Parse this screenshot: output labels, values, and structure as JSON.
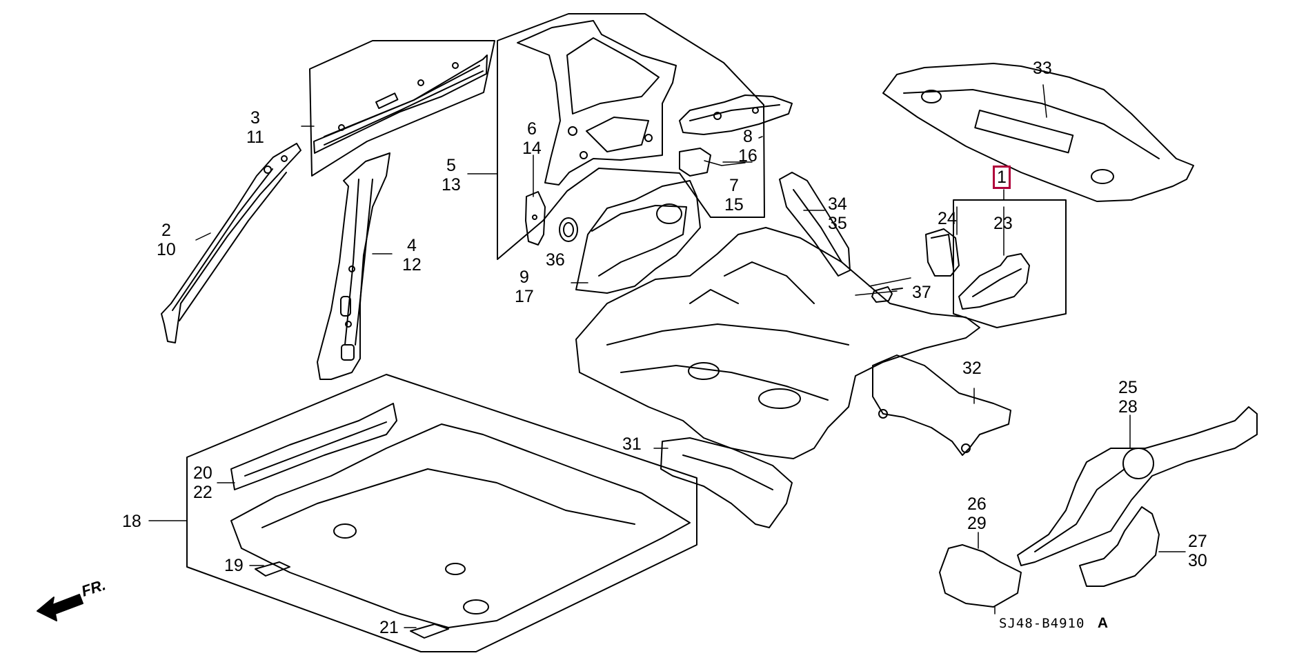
{
  "callouts": [
    {
      "id": "c-3-11",
      "lines": [
        "3",
        "11"
      ]
    },
    {
      "id": "c-2-10",
      "lines": [
        "2",
        "10"
      ]
    },
    {
      "id": "c-4-12",
      "lines": [
        "4",
        "12"
      ]
    },
    {
      "id": "c-5-13",
      "lines": [
        "5",
        "13"
      ]
    },
    {
      "id": "c-6-14",
      "lines": [
        "6",
        "14"
      ]
    },
    {
      "id": "c-36",
      "lines": [
        "36"
      ]
    },
    {
      "id": "c-9-17",
      "lines": [
        "9",
        "17"
      ]
    },
    {
      "id": "c-8-16",
      "lines": [
        "8",
        "16"
      ]
    },
    {
      "id": "c-7-15",
      "lines": [
        "7",
        "15"
      ]
    },
    {
      "id": "c-34-35",
      "lines": [
        "34",
        "35"
      ]
    },
    {
      "id": "c-37",
      "lines": [
        "37"
      ]
    },
    {
      "id": "c-33",
      "lines": [
        "33"
      ]
    },
    {
      "id": "c-1",
      "lines": [
        "1"
      ],
      "highlighted": true
    },
    {
      "id": "c-24",
      "lines": [
        "24"
      ]
    },
    {
      "id": "c-23",
      "lines": [
        "23"
      ]
    },
    {
      "id": "c-32",
      "lines": [
        "32"
      ]
    },
    {
      "id": "c-31",
      "lines": [
        "31"
      ]
    },
    {
      "id": "c-25-28",
      "lines": [
        "25",
        "28"
      ]
    },
    {
      "id": "c-20-22",
      "lines": [
        "20",
        "22"
      ]
    },
    {
      "id": "c-18",
      "lines": [
        "18"
      ]
    },
    {
      "id": "c-19",
      "lines": [
        "19"
      ]
    },
    {
      "id": "c-21",
      "lines": [
        "21"
      ]
    },
    {
      "id": "c-26-29",
      "lines": [
        "26",
        "29"
      ]
    },
    {
      "id": "c-27-30",
      "lines": [
        "27",
        "30"
      ]
    }
  ],
  "direction_label": "FR.",
  "diagram_code": "SJ48‐B4910",
  "diagram_code_suffix": "A",
  "highlight_color": "#b0003a"
}
